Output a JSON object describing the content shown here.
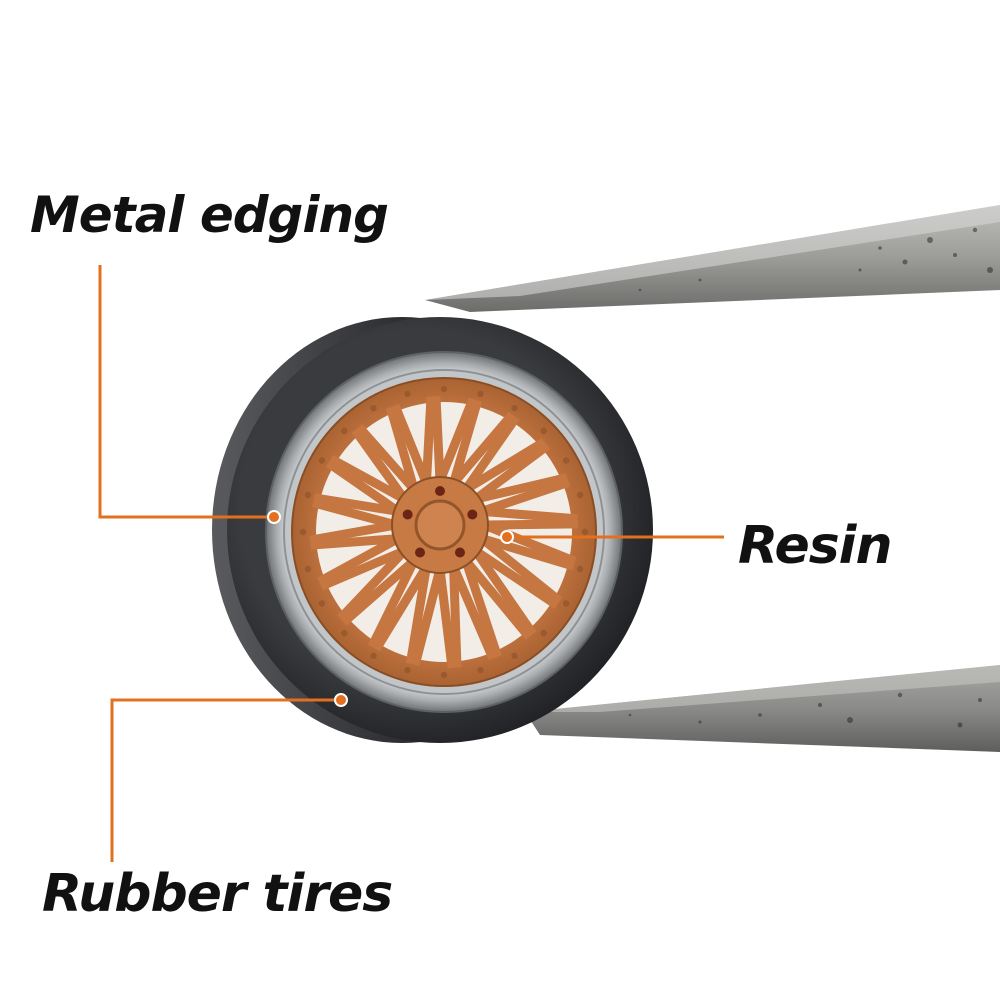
{
  "callouts": {
    "metal_edging": "Metal edging",
    "resin": "Resin",
    "rubber_tires": "Rubber tires"
  },
  "colors": {
    "background": "#ffffff",
    "leader_line": "#e2701f",
    "label_text": "#111111",
    "rim": "#c67a47",
    "tire": "#2a2b2e",
    "metal_edge": "#c8ccce",
    "tweezers": "#9a9a98"
  }
}
